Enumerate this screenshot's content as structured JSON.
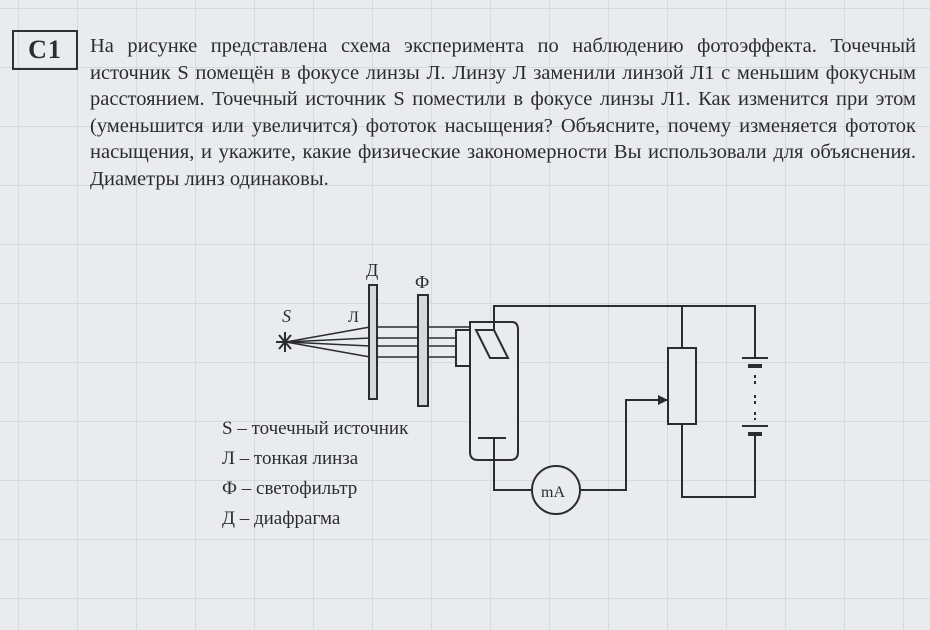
{
  "task": {
    "number": "C1",
    "text": "На рисунке представлена схема эксперимента по наблюдению фотоэффекта. Точечный источник S помещён в фокусе линзы Л. Линзу Л заменили линзой Л1 с меньшим фокусным расстоянием. Точечный источник S поместили в фокусе линзы Л1. Как изменится при этом (уменьшится или увеличится) фототок насыщения? Объясните, почему изменяется фототок насыщения, и укажите, какие физические закономерности Вы использовали для объяснения. Диаметры линз одинаковы."
  },
  "diagram": {
    "labels": {
      "source": "S",
      "lens": "Л",
      "diaphragm": "Д",
      "filter": "Ф",
      "milliammeter": "mA"
    }
  },
  "legend": [
    "S – точечный источник",
    "Л – тонкая линза",
    "Ф – светофильтр",
    "Д – диафрагма"
  ]
}
